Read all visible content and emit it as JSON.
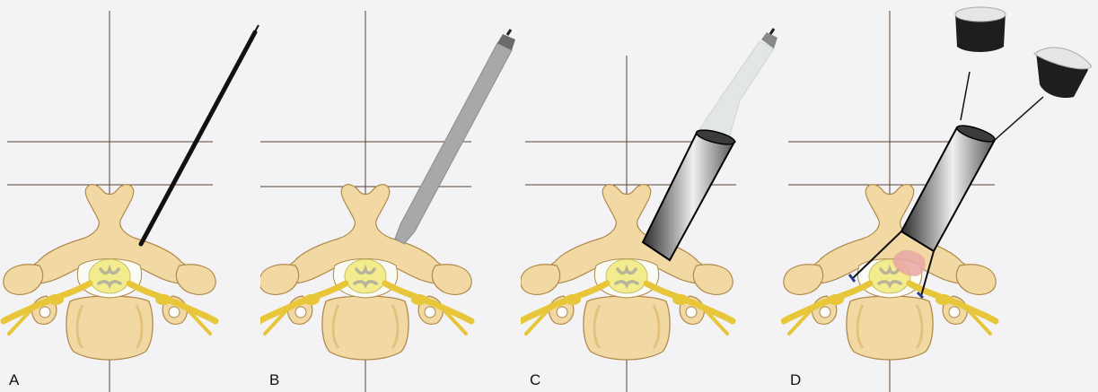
{
  "panels": [
    {
      "label": "A",
      "instrument": "guide-wire"
    },
    {
      "label": "B",
      "instrument": "dilator"
    },
    {
      "label": "C",
      "instrument": "tubular-retractor"
    },
    {
      "label": "D",
      "instrument": "retractor-with-endoscope"
    }
  ],
  "colors": {
    "background": "#f3f3f5",
    "bone": "#f2d9a3",
    "bone_outline": "#b08a4a",
    "bone_shade": "#e3c27f",
    "nerve": "#e8c63a",
    "cord": "#f2ec8c",
    "cord_grey": "#b8b39a",
    "guide_lines": "#5a4030",
    "wire": "#111111",
    "dilator": "#a8a8a8",
    "tube_dark": "#2a2a2a",
    "tube_light": "#f0f0f0",
    "lesion": "#e9a7a4"
  }
}
